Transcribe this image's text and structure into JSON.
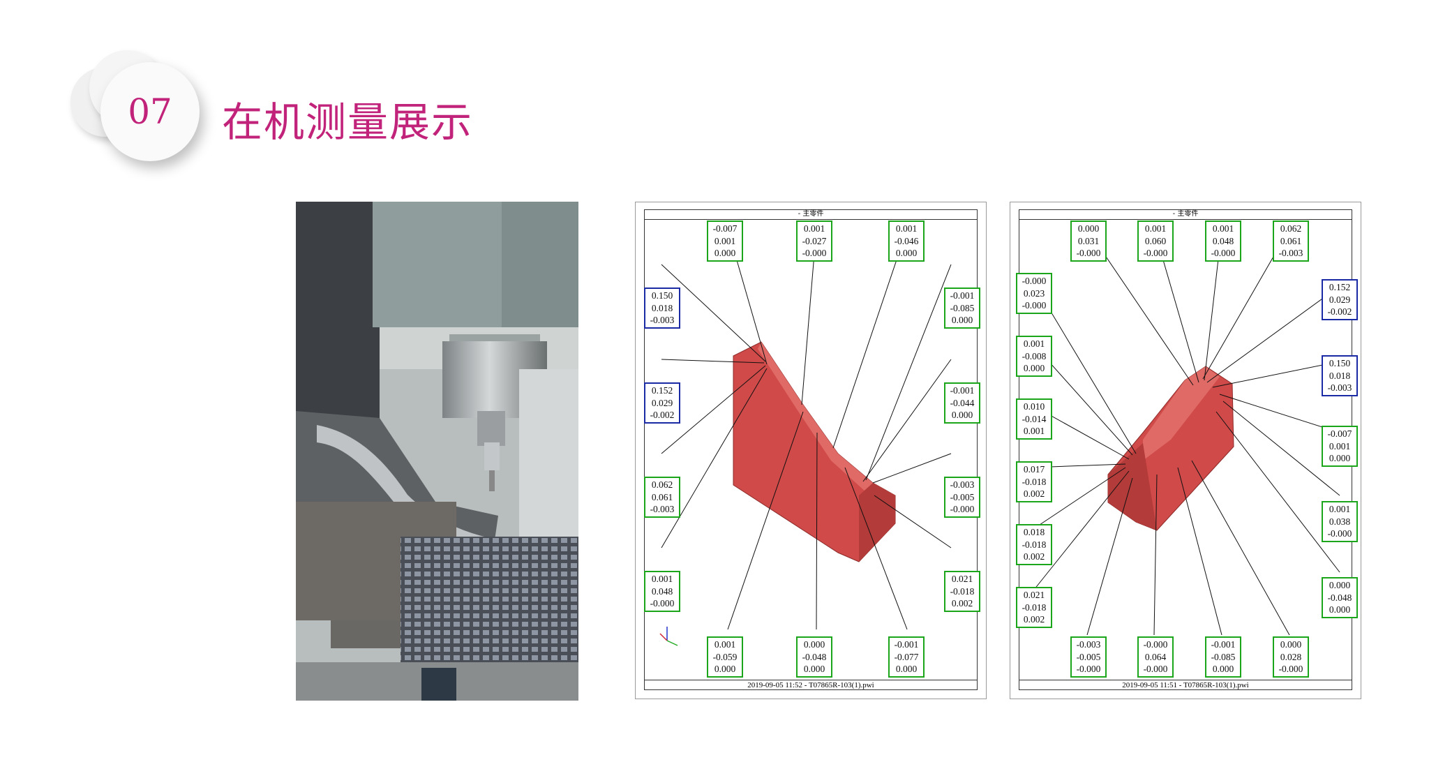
{
  "header": {
    "number": "07",
    "title": "在机测量展示"
  },
  "reports": [
    {
      "header_label": "- 主零件",
      "footer": "2019-09-05 11:52 - T07865R-103(1).pwi",
      "boxes": [
        {
          "color": "green",
          "values": [
            "-0.007",
            "0.001",
            "0.000"
          ]
        },
        {
          "color": "green",
          "values": [
            "0.001",
            "-0.027",
            "-0.000"
          ]
        },
        {
          "color": "green",
          "values": [
            "0.001",
            "-0.046",
            "0.000"
          ]
        },
        {
          "color": "blue",
          "values": [
            "0.150",
            "0.018",
            "-0.003"
          ]
        },
        {
          "color": "green",
          "values": [
            "-0.001",
            "-0.085",
            "0.000"
          ]
        },
        {
          "color": "blue",
          "values": [
            "0.152",
            "0.029",
            "-0.002"
          ]
        },
        {
          "color": "green",
          "values": [
            "-0.001",
            "-0.044",
            "0.000"
          ]
        },
        {
          "color": "green",
          "values": [
            "0.062",
            "0.061",
            "-0.003"
          ]
        },
        {
          "color": "green",
          "values": [
            "-0.003",
            "-0.005",
            "-0.000"
          ]
        },
        {
          "color": "green",
          "values": [
            "0.001",
            "0.048",
            "-0.000"
          ]
        },
        {
          "color": "green",
          "values": [
            "0.021",
            "-0.018",
            "0.002"
          ]
        },
        {
          "color": "green",
          "values": [
            "0.001",
            "-0.059",
            "0.000"
          ]
        },
        {
          "color": "green",
          "values": [
            "0.000",
            "-0.048",
            "0.000"
          ]
        },
        {
          "color": "green",
          "values": [
            "-0.001",
            "-0.077",
            "0.000"
          ]
        }
      ]
    },
    {
      "header_label": "- 主零件",
      "footer": "2019-09-05 11:51 - T07865R-103(1).pwi",
      "boxes": [
        {
          "color": "green",
          "values": [
            "0.000",
            "0.031",
            "-0.000"
          ]
        },
        {
          "color": "green",
          "values": [
            "0.001",
            "0.060",
            "-0.000"
          ]
        },
        {
          "color": "green",
          "values": [
            "0.001",
            "0.048",
            "-0.000"
          ]
        },
        {
          "color": "green",
          "values": [
            "0.062",
            "0.061",
            "-0.003"
          ]
        },
        {
          "color": "green",
          "values": [
            "-0.000",
            "0.023",
            "-0.000"
          ]
        },
        {
          "color": "blue",
          "values": [
            "0.152",
            "0.029",
            "-0.002"
          ]
        },
        {
          "color": "green",
          "values": [
            "0.001",
            "-0.008",
            "0.000"
          ]
        },
        {
          "color": "blue",
          "values": [
            "0.150",
            "0.018",
            "-0.003"
          ]
        },
        {
          "color": "green",
          "values": [
            "0.010",
            "-0.014",
            "0.001"
          ]
        },
        {
          "color": "green",
          "values": [
            "-0.007",
            "0.001",
            "0.000"
          ]
        },
        {
          "color": "green",
          "values": [
            "0.017",
            "-0.018",
            "0.002"
          ]
        },
        {
          "color": "green",
          "values": [
            "0.001",
            "0.038",
            "-0.000"
          ]
        },
        {
          "color": "green",
          "values": [
            "0.018",
            "-0.018",
            "0.002"
          ]
        },
        {
          "color": "green",
          "values": [
            "0.000",
            "-0.048",
            "0.000"
          ]
        },
        {
          "color": "green",
          "values": [
            "0.021",
            "-0.018",
            "0.002"
          ]
        },
        {
          "color": "green",
          "values": [
            "-0.003",
            "-0.005",
            "-0.000"
          ]
        },
        {
          "color": "green",
          "values": [
            "-0.000",
            "0.064",
            "-0.000"
          ]
        },
        {
          "color": "green",
          "values": [
            "-0.001",
            "-0.085",
            "0.000"
          ]
        },
        {
          "color": "green",
          "values": [
            "0.000",
            "0.028",
            "-0.000"
          ]
        }
      ]
    }
  ],
  "colors": {
    "accent": "#c2237a",
    "part": "#cf4a48",
    "ok_box": "#1aa51a",
    "ref_box": "#1a2aa5"
  }
}
